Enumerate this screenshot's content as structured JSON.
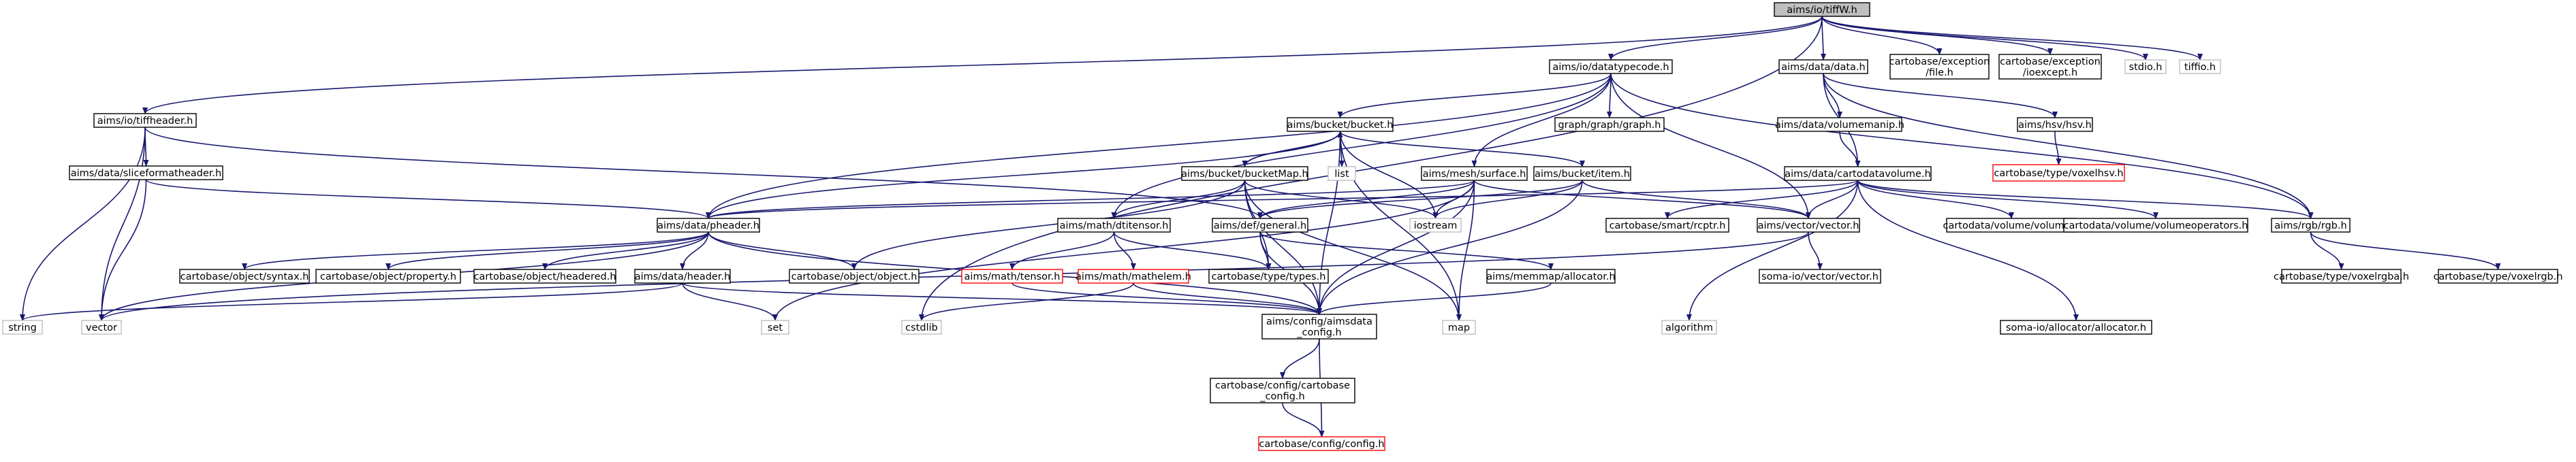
{
  "colors": {
    "edge": "#191970",
    "edge_alt": "#6b2a2a",
    "border_default": "#000000",
    "border_missing": "#bfbfbf",
    "border_red": "#ff0000",
    "fill_root": "#bfbfbf",
    "fill_default": "#ffffff"
  },
  "nodes": [
    {
      "id": "tiffW",
      "lines": [
        "aims/io/tiffW.h"
      ],
      "style": "root"
    },
    {
      "id": "tiffheader",
      "lines": [
        "aims/io/tiffheader.h"
      ],
      "style": "default"
    },
    {
      "id": "datatypecode",
      "lines": [
        "aims/io/datatypecode.h"
      ],
      "style": "default"
    },
    {
      "id": "data",
      "lines": [
        "aims/data/data.h"
      ],
      "style": "default"
    },
    {
      "id": "exc_file",
      "lines": [
        "cartobase/exception",
        "/file.h"
      ],
      "style": "default"
    },
    {
      "id": "exc_ioexcept",
      "lines": [
        "cartobase/exception",
        "/ioexcept.h"
      ],
      "style": "default"
    },
    {
      "id": "stdio",
      "lines": [
        "stdio.h"
      ],
      "style": "missing"
    },
    {
      "id": "tiffio",
      "lines": [
        "tiffio.h"
      ],
      "style": "missing"
    },
    {
      "id": "bucket",
      "lines": [
        "aims/bucket/bucket.h"
      ],
      "style": "default"
    },
    {
      "id": "graph",
      "lines": [
        "graph/graph/graph.h"
      ],
      "style": "default"
    },
    {
      "id": "volumemanip",
      "lines": [
        "aims/data/volumemanip.h"
      ],
      "style": "default"
    },
    {
      "id": "hsv",
      "lines": [
        "aims/hsv/hsv.h"
      ],
      "style": "default"
    },
    {
      "id": "sliceformatheader",
      "lines": [
        "aims/data/sliceformatheader.h"
      ],
      "style": "default"
    },
    {
      "id": "bucketMap",
      "lines": [
        "aims/bucket/bucketMap.h"
      ],
      "style": "default"
    },
    {
      "id": "list",
      "lines": [
        "list"
      ],
      "style": "missing"
    },
    {
      "id": "surface",
      "lines": [
        "aims/mesh/surface.h"
      ],
      "style": "default"
    },
    {
      "id": "item",
      "lines": [
        "aims/bucket/item.h"
      ],
      "style": "default"
    },
    {
      "id": "cartodatavolume",
      "lines": [
        "aims/data/cartodatavolume.h"
      ],
      "style": "default"
    },
    {
      "id": "voxelhsv",
      "lines": [
        "cartobase/type/voxelhsv.h"
      ],
      "style": "red"
    },
    {
      "id": "pheader",
      "lines": [
        "aims/data/pheader.h"
      ],
      "style": "default"
    },
    {
      "id": "general",
      "lines": [
        "aims/def/general.h"
      ],
      "style": "default"
    },
    {
      "id": "dtitensor",
      "lines": [
        "aims/math/dtitensor.h"
      ],
      "style": "default"
    },
    {
      "id": "iostream",
      "lines": [
        "iostream"
      ],
      "style": "missing"
    },
    {
      "id": "rcptr",
      "lines": [
        "cartobase/smart/rcptr.h"
      ],
      "style": "default"
    },
    {
      "id": "vectorvec",
      "lines": [
        "aims/vector/vector.h"
      ],
      "style": "default"
    },
    {
      "id": "volume",
      "lines": [
        "cartodata/volume/volume.h"
      ],
      "style": "default"
    },
    {
      "id": "volumeoperators",
      "lines": [
        "cartodata/volume/volumeoperators.h"
      ],
      "style": "default"
    },
    {
      "id": "rgb",
      "lines": [
        "aims/rgb/rgb.h"
      ],
      "style": "default"
    },
    {
      "id": "syntax",
      "lines": [
        "cartobase/object/syntax.h"
      ],
      "style": "default"
    },
    {
      "id": "property",
      "lines": [
        "cartobase/object/property.h"
      ],
      "style": "default"
    },
    {
      "id": "headered",
      "lines": [
        "cartobase/object/headered.h"
      ],
      "style": "default"
    },
    {
      "id": "object",
      "lines": [
        "cartobase/object/object.h"
      ],
      "style": "default"
    },
    {
      "id": "tensor",
      "lines": [
        "aims/math/tensor.h"
      ],
      "style": "red"
    },
    {
      "id": "mathelem",
      "lines": [
        "aims/math/mathelem.h"
      ],
      "style": "red"
    },
    {
      "id": "types",
      "lines": [
        "cartobase/type/types.h"
      ],
      "style": "default"
    },
    {
      "id": "allocator",
      "lines": [
        "aims/memmap/allocator.h"
      ],
      "style": "default"
    },
    {
      "id": "somavector",
      "lines": [
        "soma-io/vector/vector.h"
      ],
      "style": "default"
    },
    {
      "id": "voxelrgba",
      "lines": [
        "cartobase/type/voxelrgba.h"
      ],
      "style": "default"
    },
    {
      "id": "voxelrgb",
      "lines": [
        "cartobase/type/voxelrgb.h"
      ],
      "style": "default"
    },
    {
      "id": "header",
      "lines": [
        "aims/data/header.h"
      ],
      "style": "default"
    },
    {
      "id": "string",
      "lines": [
        "string"
      ],
      "style": "missing"
    },
    {
      "id": "vector",
      "lines": [
        "vector"
      ],
      "style": "missing"
    },
    {
      "id": "set",
      "lines": [
        "set"
      ],
      "style": "missing"
    },
    {
      "id": "cstdlib",
      "lines": [
        "cstdlib"
      ],
      "style": "missing"
    },
    {
      "id": "aimsdata_config",
      "lines": [
        "aims/config/aimsdata",
        "_config.h"
      ],
      "style": "default"
    },
    {
      "id": "map",
      "lines": [
        "map"
      ],
      "style": "missing"
    },
    {
      "id": "algorithm",
      "lines": [
        "algorithm"
      ],
      "style": "missing"
    },
    {
      "id": "somaallocator",
      "lines": [
        "soma-io/allocator/allocator.h"
      ],
      "style": "default"
    },
    {
      "id": "cartobase_config",
      "lines": [
        "cartobase/config/cartobase",
        "_config.h"
      ],
      "style": "default"
    },
    {
      "id": "config",
      "lines": [
        "cartobase/config/config.h"
      ],
      "style": "red"
    }
  ],
  "edges": [
    [
      "tiffW",
      "tiffheader"
    ],
    [
      "tiffW",
      "datatypecode"
    ],
    [
      "tiffW",
      "data"
    ],
    [
      "tiffW",
      "exc_file"
    ],
    [
      "tiffW",
      "exc_ioexcept"
    ],
    [
      "tiffW",
      "stdio"
    ],
    [
      "tiffW",
      "tiffio"
    ],
    [
      "tiffW",
      "cstdlib"
    ],
    [
      "tiffheader",
      "sliceformatheader"
    ],
    [
      "tiffheader",
      "general"
    ],
    [
      "tiffheader",
      "string"
    ],
    [
      "tiffheader",
      "vector"
    ],
    [
      "datatypecode",
      "bucket"
    ],
    [
      "datatypecode",
      "graph"
    ],
    [
      "datatypecode",
      "surface"
    ],
    [
      "datatypecode",
      "dtitensor"
    ],
    [
      "datatypecode",
      "vectorvec"
    ],
    [
      "datatypecode",
      "rgb"
    ],
    [
      "datatypecode",
      "pheader"
    ],
    [
      "data",
      "volumemanip"
    ],
    [
      "data",
      "hsv"
    ],
    [
      "data",
      "cartodatavolume"
    ],
    [
      "data",
      "rgb"
    ],
    [
      "volumemanip",
      "cartodatavolume"
    ],
    [
      "hsv",
      "voxelhsv"
    ],
    [
      "sliceformatheader",
      "pheader"
    ],
    [
      "sliceformatheader",
      "vector"
    ],
    [
      "bucket",
      "bucketMap"
    ],
    [
      "bucket",
      "list"
    ],
    [
      "bucket",
      "item"
    ],
    [
      "bucket",
      "iostream"
    ],
    [
      "bucket",
      "map"
    ],
    [
      "bucket",
      "pheader"
    ],
    [
      "bucket",
      "aimsdata_config"
    ],
    [
      "bucketMap",
      "bucket"
    ],
    [
      "bucketMap",
      "dtitensor"
    ],
    [
      "bucketMap",
      "iostream"
    ],
    [
      "bucketMap",
      "object"
    ],
    [
      "bucketMap",
      "types"
    ],
    [
      "bucketMap",
      "aimsdata_config"
    ],
    [
      "bucketMap",
      "map"
    ],
    [
      "surface",
      "pheader"
    ],
    [
      "surface",
      "general"
    ],
    [
      "surface",
      "iostream"
    ],
    [
      "surface",
      "vectorvec"
    ],
    [
      "surface",
      "set"
    ],
    [
      "surface",
      "map"
    ],
    [
      "surface",
      "aimsdata_config"
    ],
    [
      "item",
      "vectorvec"
    ],
    [
      "item",
      "iostream"
    ],
    [
      "item",
      "general"
    ],
    [
      "item",
      "aimsdata_config"
    ],
    [
      "cartodatavolume",
      "volume"
    ],
    [
      "cartodatavolume",
      "volumeoperators"
    ],
    [
      "cartodatavolume",
      "rgb"
    ],
    [
      "cartodatavolume",
      "rcptr"
    ],
    [
      "cartodatavolume",
      "algorithm"
    ],
    [
      "cartodatavolume",
      "somaallocator"
    ],
    [
      "cartodatavolume",
      "pheader"
    ],
    [
      "cartodatavolume",
      "vectorvec"
    ],
    [
      "pheader",
      "syntax"
    ],
    [
      "pheader",
      "property"
    ],
    [
      "pheader",
      "headered"
    ],
    [
      "pheader",
      "object"
    ],
    [
      "pheader",
      "header"
    ],
    [
      "pheader",
      "aimsdata_config"
    ],
    [
      "pheader",
      "vector"
    ],
    [
      "general",
      "types"
    ],
    [
      "general",
      "allocator"
    ],
    [
      "general",
      "aimsdata_config"
    ],
    [
      "dtitensor",
      "tensor"
    ],
    [
      "dtitensor",
      "mathelem"
    ],
    [
      "dtitensor",
      "types"
    ],
    [
      "vectorvec",
      "somavector"
    ],
    [
      "vectorvec",
      "vector"
    ],
    [
      "rgb",
      "voxelrgba"
    ],
    [
      "rgb",
      "voxelrgb"
    ],
    [
      "header",
      "set"
    ],
    [
      "header",
      "string"
    ],
    [
      "header",
      "aimsdata_config"
    ],
    [
      "tensor",
      "aimsdata_config"
    ],
    [
      "mathelem",
      "aimsdata_config"
    ],
    [
      "mathelem",
      "cstdlib"
    ],
    [
      "allocator",
      "aimsdata_config"
    ],
    [
      "aimsdata_config",
      "cartobase_config"
    ],
    [
      "aimsdata_config",
      "config"
    ],
    [
      "cartobase_config",
      "config"
    ]
  ]
}
